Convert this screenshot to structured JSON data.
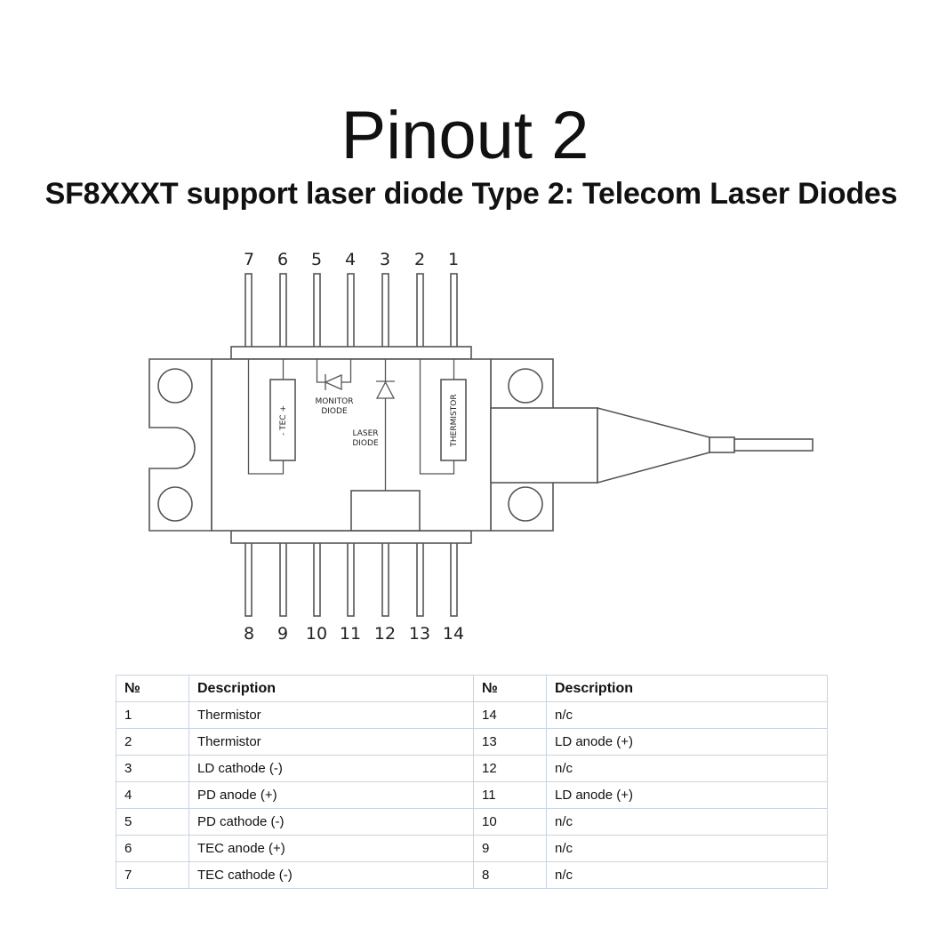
{
  "title": "Pinout 2",
  "subtitle": "SF8XXXT support laser diode Type 2: Telecom Laser Diodes",
  "diagram": {
    "top_pins": [
      "7",
      "6",
      "5",
      "4",
      "3",
      "2",
      "1"
    ],
    "bottom_pins": [
      "8",
      "9",
      "10",
      "11",
      "12",
      "13",
      "14"
    ],
    "labels": {
      "tec": "- TEC +",
      "monitor_line1": "MONITOR",
      "monitor_line2": "DIODE",
      "laser_line1": "LASER",
      "laser_line2": "DIODE",
      "thermistor": "THERMISTOR"
    }
  },
  "table": {
    "headers": [
      "№",
      "Description",
      "№",
      "Description"
    ],
    "rows": [
      [
        "1",
        "Thermistor",
        "14",
        "n/c"
      ],
      [
        "2",
        "Thermistor",
        "13",
        "LD anode (+)"
      ],
      [
        "3",
        "LD cathode (-)",
        "12",
        "n/c"
      ],
      [
        "4",
        "PD anode (+)",
        "11",
        "LD anode (+)"
      ],
      [
        "5",
        "PD cathode (-)",
        "10",
        "n/c"
      ],
      [
        "6",
        "TEC anode (+)",
        "9",
        "n/c"
      ],
      [
        "7",
        "TEC cathode (-)",
        "8",
        "n/c"
      ]
    ]
  }
}
